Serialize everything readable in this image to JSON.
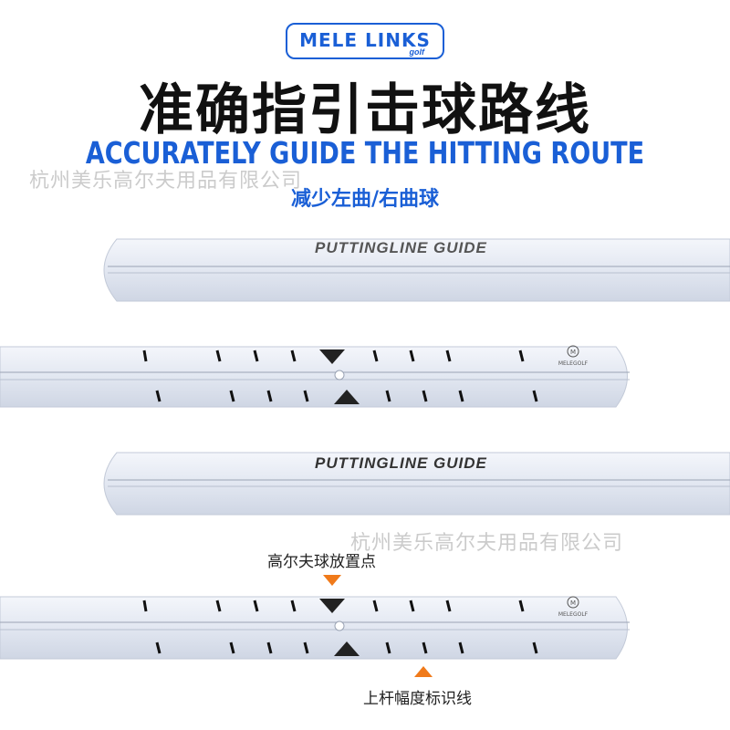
{
  "logo": {
    "text": "MELE LINKS",
    "sub": "golf"
  },
  "title_cn": "准确指引击球路线",
  "title_en": "ACCURATELY GUIDE THE HITTING ROUTE",
  "subtitle": "减少左曲/右曲球",
  "watermarks": [
    "杭州美乐高尔夫用品有限公司",
    "杭州美乐高尔夫用品有限公司"
  ],
  "rod_label": "PUTTINGLINE GUIDE",
  "brand_mark": "MELEGOLF",
  "brand_initial": "M",
  "captions": {
    "ball_position": "高尔夫球放置点",
    "swing_marks": "上杆幅度标识线"
  },
  "colors": {
    "accent": "#1a5fd6",
    "arrow": "#f07a1a",
    "rod": "#e6eaf3"
  }
}
